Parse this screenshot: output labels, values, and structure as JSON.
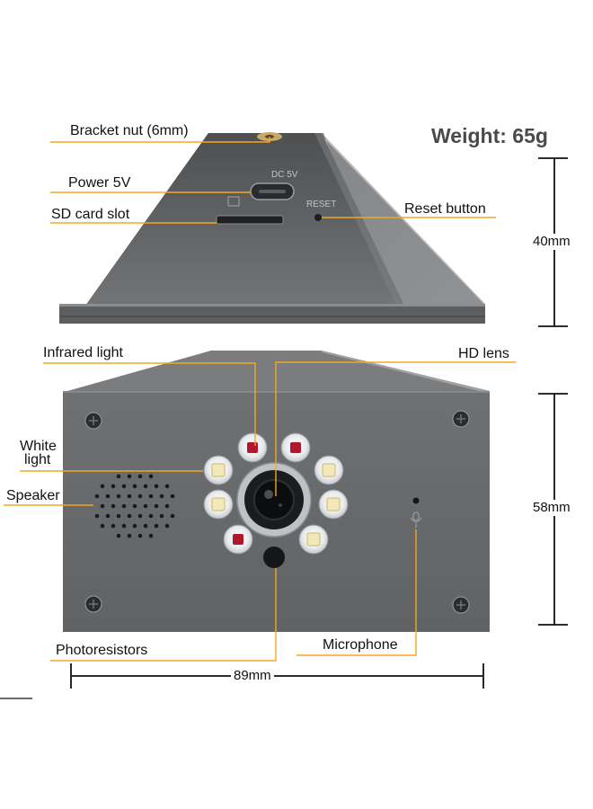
{
  "weight": "Weight: 65g",
  "device_markings": {
    "port_label": "DC 5V",
    "reset_label": "RESET"
  },
  "callouts": {
    "bracket_nut": "Bracket nut (6mm)",
    "power": "Power 5V",
    "sd_card": "SD card slot",
    "reset": "Reset button",
    "infrared": "Infrared light",
    "hd_lens": "HD lens",
    "white_light_line1": "White",
    "white_light_line2": "light",
    "speaker": "Speaker",
    "photoresistors": "Photoresistors",
    "microphone": "Microphone"
  },
  "dimensions": {
    "top_height": "40mm",
    "front_height": "58mm",
    "width": "89mm"
  },
  "colors": {
    "callout_line": "#f5a623",
    "body": "#6b6d6f",
    "body_dark": "#4f5153",
    "accent": "#f5a623"
  }
}
